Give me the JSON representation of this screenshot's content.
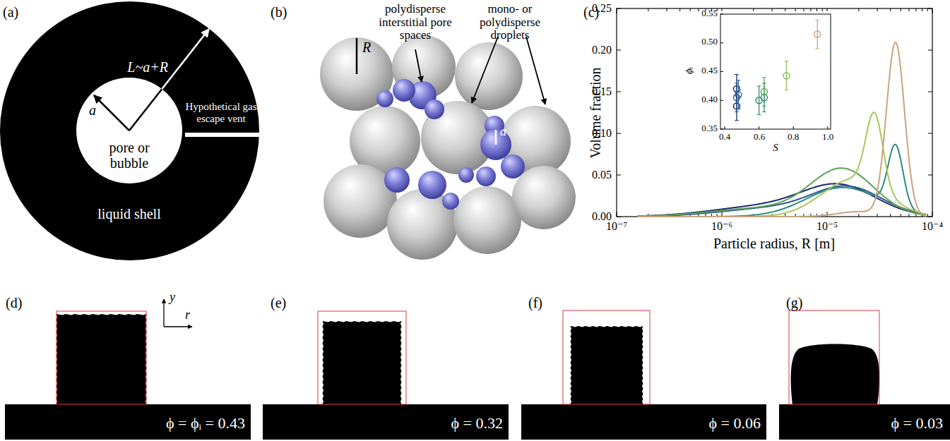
{
  "diagram": {
    "nodes": [
      {
        "text": [
          "liquid shell"
        ]
      },
      {
        "text": [
          "pore or bubble"
        ],
        "in": 0
      }
    ],
    "labels": [
      "(a)",
      "a",
      "L~a+R",
      "Hypothetical gas escape vent",
      "(b)",
      "R",
      "a",
      "polydisperse interstitial pore spaces",
      "mono- or polydisperse droplets",
      "(c)",
      "Volume fraction",
      "Particle radius, R [m]",
      "0.00",
      "0.05",
      "0.10",
      "0.15",
      "0.20",
      "0.25",
      "10⁻⁷",
      "10⁻⁶",
      "10⁻⁵",
      "10⁻⁴",
      "ϕᵢ",
      "S",
      "0.35",
      "0.40",
      "0.45",
      "0.50",
      "0.55",
      "0.4",
      "0.6",
      "0.8",
      "1.0",
      "(d)",
      "y",
      "r",
      "ϕ = ϕᵢ = 0.43",
      "(e)",
      "ϕ = 0.32",
      "(f)",
      "ϕ = 0.06",
      "(g)",
      "ϕ = 0.03"
    ]
  }
}
